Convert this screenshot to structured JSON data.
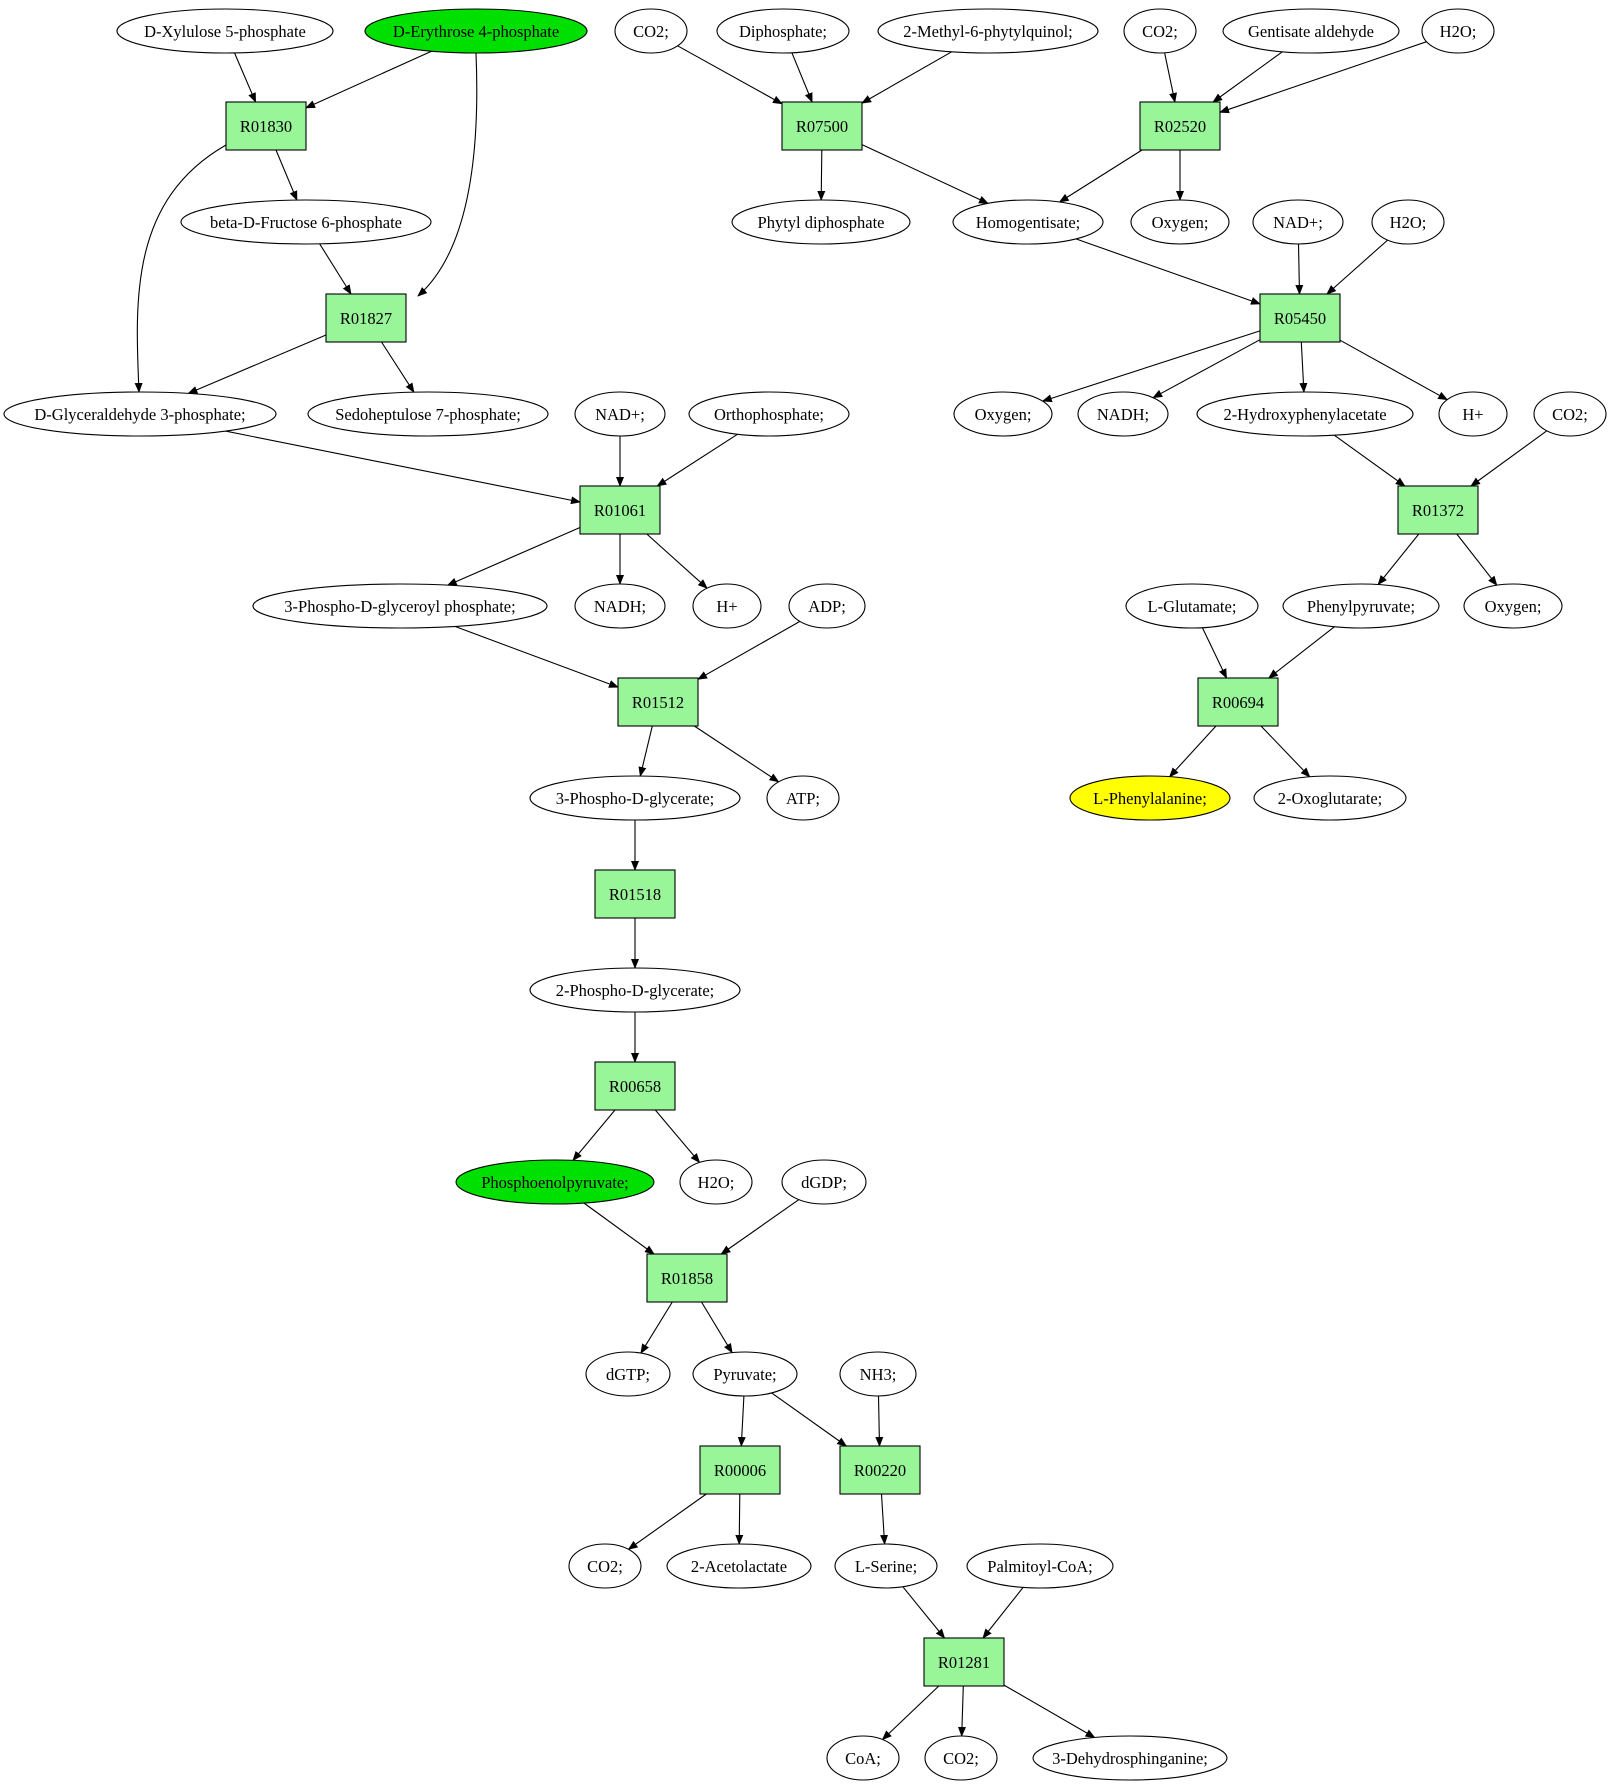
{
  "colors": {
    "compound_fill": "#ffffff",
    "reaction_fill": "#98f598",
    "highlight_source": "#00e000",
    "highlight_target": "#ffff00",
    "stroke": "#000000"
  },
  "nodes": [
    {
      "id": "c_xylulose5p",
      "kind": "compound",
      "label": "D-Xylulose 5-phosphate"
    },
    {
      "id": "c_erythrose4p",
      "kind": "compound",
      "label": "D-Erythrose 4-phosphate",
      "highlight": "source"
    },
    {
      "id": "r_R01830",
      "kind": "reaction",
      "label": "R01830"
    },
    {
      "id": "c_fructose6p",
      "kind": "compound",
      "label": "beta-D-Fructose 6-phosphate"
    },
    {
      "id": "r_R01827",
      "kind": "reaction",
      "label": "R01827"
    },
    {
      "id": "c_g3p",
      "kind": "compound",
      "label": "D-Glyceraldehyde 3-phosphate;"
    },
    {
      "id": "c_sedoheptulose7p",
      "kind": "compound",
      "label": "Sedoheptulose 7-phosphate;"
    },
    {
      "id": "c_nad_1",
      "kind": "compound",
      "label": "NAD+;"
    },
    {
      "id": "c_orthophosphate",
      "kind": "compound",
      "label": "Orthophosphate;"
    },
    {
      "id": "r_R01061",
      "kind": "reaction",
      "label": "R01061"
    },
    {
      "id": "c_3pgp",
      "kind": "compound",
      "label": "3-Phospho-D-glyceroyl phosphate;"
    },
    {
      "id": "c_nadh_1",
      "kind": "compound",
      "label": "NADH;"
    },
    {
      "id": "c_hplus_1",
      "kind": "compound",
      "label": "H+"
    },
    {
      "id": "c_adp",
      "kind": "compound",
      "label": "ADP;"
    },
    {
      "id": "r_R01512",
      "kind": "reaction",
      "label": "R01512"
    },
    {
      "id": "c_3pg",
      "kind": "compound",
      "label": "3-Phospho-D-glycerate;"
    },
    {
      "id": "c_atp",
      "kind": "compound",
      "label": "ATP;"
    },
    {
      "id": "r_R01518",
      "kind": "reaction",
      "label": "R01518"
    },
    {
      "id": "c_2pg",
      "kind": "compound",
      "label": "2-Phospho-D-glycerate;"
    },
    {
      "id": "r_R00658",
      "kind": "reaction",
      "label": "R00658"
    },
    {
      "id": "c_pep",
      "kind": "compound",
      "label": "Phosphoenolpyruvate;",
      "highlight": "source"
    },
    {
      "id": "c_h2o_3",
      "kind": "compound",
      "label": "H2O;"
    },
    {
      "id": "c_dgdp",
      "kind": "compound",
      "label": "dGDP;"
    },
    {
      "id": "r_R01858",
      "kind": "reaction",
      "label": "R01858"
    },
    {
      "id": "c_dgtp",
      "kind": "compound",
      "label": "dGTP;"
    },
    {
      "id": "c_pyruvate",
      "kind": "compound",
      "label": "Pyruvate;"
    },
    {
      "id": "c_nh3",
      "kind": "compound",
      "label": "NH3;"
    },
    {
      "id": "r_R00006",
      "kind": "reaction",
      "label": "R00006"
    },
    {
      "id": "r_R00220",
      "kind": "reaction",
      "label": "R00220"
    },
    {
      "id": "c_co2_4",
      "kind": "compound",
      "label": "CO2;"
    },
    {
      "id": "c_acetolactate",
      "kind": "compound",
      "label": "2-Acetolactate"
    },
    {
      "id": "c_serine",
      "kind": "compound",
      "label": "L-Serine;"
    },
    {
      "id": "c_palmitoylcoa",
      "kind": "compound",
      "label": "Palmitoyl-CoA;"
    },
    {
      "id": "r_R01281",
      "kind": "reaction",
      "label": "R01281"
    },
    {
      "id": "c_coa",
      "kind": "compound",
      "label": "CoA;"
    },
    {
      "id": "c_co2_5",
      "kind": "compound",
      "label": "CO2;"
    },
    {
      "id": "c_dehydrosphinganine",
      "kind": "compound",
      "label": "3-Dehydrosphinganine;"
    },
    {
      "id": "c_co2_1",
      "kind": "compound",
      "label": "CO2;"
    },
    {
      "id": "c_diphosphate",
      "kind": "compound",
      "label": "Diphosphate;"
    },
    {
      "id": "c_methylphytylquinol",
      "kind": "compound",
      "label": "2-Methyl-6-phytylquinol;"
    },
    {
      "id": "r_R07500",
      "kind": "reaction",
      "label": "R07500"
    },
    {
      "id": "c_phytyldiphosphate",
      "kind": "compound",
      "label": "Phytyl diphosphate"
    },
    {
      "id": "c_homogentisate",
      "kind": "compound",
      "label": "Homogentisate;"
    },
    {
      "id": "c_co2_2",
      "kind": "compound",
      "label": "CO2;"
    },
    {
      "id": "c_gentisatealdehyde",
      "kind": "compound",
      "label": "Gentisate aldehyde"
    },
    {
      "id": "c_h2o_1",
      "kind": "compound",
      "label": "H2O;"
    },
    {
      "id": "r_R02520",
      "kind": "reaction",
      "label": "R02520"
    },
    {
      "id": "c_oxygen_1",
      "kind": "compound",
      "label": "Oxygen;"
    },
    {
      "id": "c_nad_2",
      "kind": "compound",
      "label": "NAD+;"
    },
    {
      "id": "c_h2o_2",
      "kind": "compound",
      "label": "H2O;"
    },
    {
      "id": "r_R05450",
      "kind": "reaction",
      "label": "R05450"
    },
    {
      "id": "c_oxygen_2",
      "kind": "compound",
      "label": "Oxygen;"
    },
    {
      "id": "c_nadh_2",
      "kind": "compound",
      "label": "NADH;"
    },
    {
      "id": "c_hydroxyphenylacetate",
      "kind": "compound",
      "label": "2-Hydroxyphenylacetate"
    },
    {
      "id": "c_hplus_2",
      "kind": "compound",
      "label": "H+"
    },
    {
      "id": "c_co2_3",
      "kind": "compound",
      "label": "CO2;"
    },
    {
      "id": "r_R01372",
      "kind": "reaction",
      "label": "R01372"
    },
    {
      "id": "c_glutamate",
      "kind": "compound",
      "label": "L-Glutamate;"
    },
    {
      "id": "c_phenylpyruvate",
      "kind": "compound",
      "label": "Phenylpyruvate;"
    },
    {
      "id": "c_oxygen_3",
      "kind": "compound",
      "label": "Oxygen;"
    },
    {
      "id": "r_R00694",
      "kind": "reaction",
      "label": "R00694"
    },
    {
      "id": "c_phenylalanine",
      "kind": "compound",
      "label": "L-Phenylalanine;",
      "highlight": "target"
    },
    {
      "id": "c_oxoglutarate",
      "kind": "compound",
      "label": "2-Oxoglutarate;"
    }
  ],
  "edges": [
    [
      "c_xylulose5p",
      "r_R01830"
    ],
    [
      "c_erythrose4p",
      "r_R01830"
    ],
    [
      "c_erythrose4p",
      "r_R01827"
    ],
    [
      "r_R01830",
      "c_fructose6p"
    ],
    [
      "r_R01830",
      "c_g3p"
    ],
    [
      "c_fructose6p",
      "r_R01827"
    ],
    [
      "r_R01827",
      "c_g3p"
    ],
    [
      "r_R01827",
      "c_sedoheptulose7p"
    ],
    [
      "c_g3p",
      "r_R01061"
    ],
    [
      "c_nad_1",
      "r_R01061"
    ],
    [
      "c_orthophosphate",
      "r_R01061"
    ],
    [
      "r_R01061",
      "c_3pgp"
    ],
    [
      "r_R01061",
      "c_nadh_1"
    ],
    [
      "r_R01061",
      "c_hplus_1"
    ],
    [
      "c_3pgp",
      "r_R01512"
    ],
    [
      "c_adp",
      "r_R01512"
    ],
    [
      "r_R01512",
      "c_3pg"
    ],
    [
      "r_R01512",
      "c_atp"
    ],
    [
      "c_3pg",
      "r_R01518"
    ],
    [
      "r_R01518",
      "c_2pg"
    ],
    [
      "c_2pg",
      "r_R00658"
    ],
    [
      "r_R00658",
      "c_pep"
    ],
    [
      "r_R00658",
      "c_h2o_3"
    ],
    [
      "c_pep",
      "r_R01858"
    ],
    [
      "c_dgdp",
      "r_R01858"
    ],
    [
      "r_R01858",
      "c_dgtp"
    ],
    [
      "r_R01858",
      "c_pyruvate"
    ],
    [
      "c_pyruvate",
      "r_R00006"
    ],
    [
      "c_pyruvate",
      "r_R00220"
    ],
    [
      "c_nh3",
      "r_R00220"
    ],
    [
      "r_R00006",
      "c_co2_4"
    ],
    [
      "r_R00006",
      "c_acetolactate"
    ],
    [
      "r_R00220",
      "c_serine"
    ],
    [
      "c_serine",
      "r_R01281"
    ],
    [
      "c_palmitoylcoa",
      "r_R01281"
    ],
    [
      "r_R01281",
      "c_coa"
    ],
    [
      "r_R01281",
      "c_co2_5"
    ],
    [
      "r_R01281",
      "c_dehydrosphinganine"
    ],
    [
      "c_co2_1",
      "r_R07500"
    ],
    [
      "c_diphosphate",
      "r_R07500"
    ],
    [
      "c_methylphytylquinol",
      "r_R07500"
    ],
    [
      "r_R07500",
      "c_phytyldiphosphate"
    ],
    [
      "r_R07500",
      "c_homogentisate"
    ],
    [
      "c_co2_2",
      "r_R02520"
    ],
    [
      "c_gentisatealdehyde",
      "r_R02520"
    ],
    [
      "c_h2o_1",
      "r_R02520"
    ],
    [
      "r_R02520",
      "c_homogentisate"
    ],
    [
      "r_R02520",
      "c_oxygen_1"
    ],
    [
      "c_homogentisate",
      "r_R05450"
    ],
    [
      "c_nad_2",
      "r_R05450"
    ],
    [
      "c_h2o_2",
      "r_R05450"
    ],
    [
      "r_R05450",
      "c_oxygen_2"
    ],
    [
      "r_R05450",
      "c_nadh_2"
    ],
    [
      "r_R05450",
      "c_hydroxyphenylacetate"
    ],
    [
      "r_R05450",
      "c_hplus_2"
    ],
    [
      "c_hydroxyphenylacetate",
      "r_R01372"
    ],
    [
      "c_co2_3",
      "r_R01372"
    ],
    [
      "r_R01372",
      "c_phenylpyruvate"
    ],
    [
      "r_R01372",
      "c_oxygen_3"
    ],
    [
      "c_glutamate",
      "r_R00694"
    ],
    [
      "c_phenylpyruvate",
      "r_R00694"
    ],
    [
      "r_R00694",
      "c_phenylalanine"
    ],
    [
      "r_R00694",
      "c_oxoglutarate"
    ]
  ]
}
